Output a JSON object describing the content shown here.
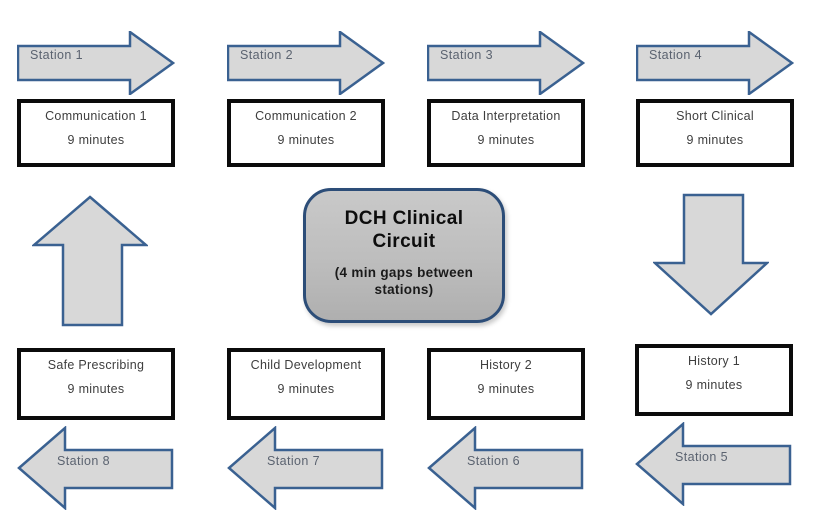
{
  "diagram_title": "DCH Clinical Circuit",
  "center": {
    "title": "DCH Clinical Circuit",
    "subtitle": "(4 min gaps between stations)"
  },
  "top": [
    {
      "station_label": "Station 1",
      "box_title": "Communication 1",
      "box_duration": "9 minutes"
    },
    {
      "station_label": "Station 2",
      "box_title": "Communication 2",
      "box_duration": "9 minutes"
    },
    {
      "station_label": "Station 3",
      "box_title": "Data Interpretation",
      "box_duration": "9 minutes"
    },
    {
      "station_label": "Station 4",
      "box_title": "Short Clinical",
      "box_duration": "9 minutes"
    }
  ],
  "bottom": [
    {
      "station_label": "Station 8",
      "box_title": "Safe Prescribing",
      "box_duration": "9 minutes"
    },
    {
      "station_label": "Station 7",
      "box_title": "Child Development",
      "box_duration": "9 minutes"
    },
    {
      "station_label": "Station 6",
      "box_title": "History 2",
      "box_duration": "9 minutes"
    },
    {
      "station_label": "Station 5",
      "box_title": "History 1",
      "box_duration": "9 minutes"
    }
  ],
  "colors": {
    "arrow_fill": "#d8d8d8",
    "arrow_border": "#3a6191",
    "box_border": "#0b0b0b",
    "box_fill": "#ffffff",
    "center_fill": "#bdbdbd",
    "center_border": "#2c4d78",
    "station_label_color": "#5b6370",
    "box_text_color": "#3e3e3e"
  }
}
